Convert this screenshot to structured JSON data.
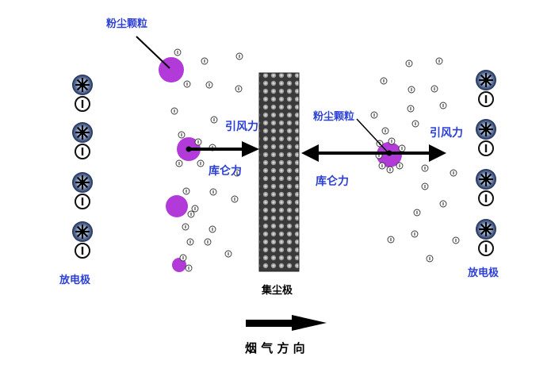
{
  "labels": {
    "particle_left": "粉尘颗粒",
    "particle_right": "粉尘颗粒",
    "attract_left": "引风力",
    "attract_right": "引风力",
    "coulomb_left": "库仑力",
    "coulomb_right": "库仑力",
    "discharge_left": "放电极",
    "discharge_right": "放电极",
    "collector": "集尘极",
    "flow_direction": "烟 气 方 向"
  },
  "ion_symbol": "⊖",
  "icons": {
    "discharge_emitter": "corona-star-icon",
    "negative_ion": "minus-circle-icon",
    "flow_arrow": "arrow-right-icon"
  },
  "colors": {
    "label_blue": "#2b3fd6",
    "dust_purple": "#b23ad9",
    "collector_gray": "#5d5d5d",
    "arrow_black": "#000000"
  }
}
